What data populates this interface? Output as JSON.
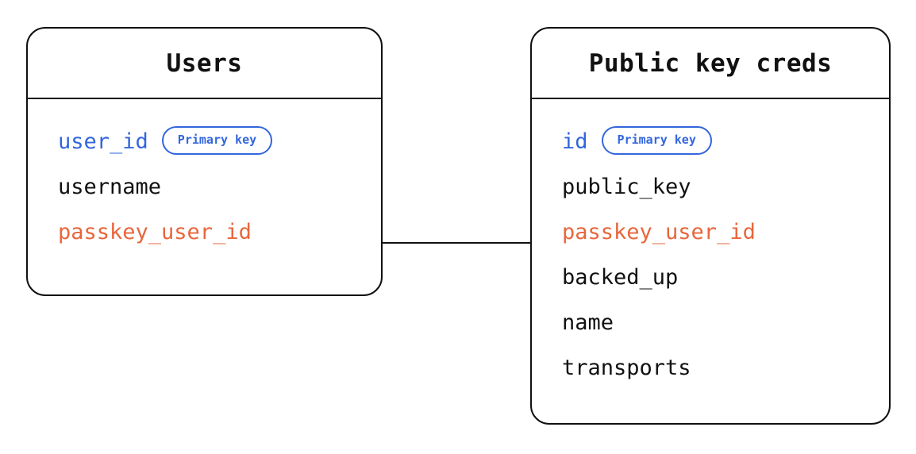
{
  "diagram": {
    "type": "entity-relationship-diagram",
    "background_color": "#ffffff",
    "colors": {
      "border": "#111111",
      "text": "#111111",
      "primary_key": "#3366DD",
      "foreign_key": "#E8663C"
    },
    "badge_label": "Primary key",
    "entities": [
      {
        "name": "users",
        "title": "Users",
        "fields": [
          {
            "label": "user_id",
            "role": "primary_key",
            "badge": "Primary key"
          },
          {
            "label": "username",
            "role": "plain",
            "badge": null
          },
          {
            "label": "passkey_user_id",
            "role": "foreign_key",
            "badge": null
          }
        ]
      },
      {
        "name": "public-key-creds",
        "title": "Public key creds",
        "fields": [
          {
            "label": "id",
            "role": "primary_key",
            "badge": "Primary key"
          },
          {
            "label": "public_key",
            "role": "plain",
            "badge": null
          },
          {
            "label": "passkey_user_id",
            "role": "foreign_key",
            "badge": null
          },
          {
            "label": "backed_up",
            "role": "plain",
            "badge": null
          },
          {
            "label": "name",
            "role": "plain",
            "badge": null
          },
          {
            "label": "transports",
            "role": "plain",
            "badge": null
          }
        ]
      }
    ],
    "relationships": [
      {
        "name": "users-to-public-key-creds",
        "from_entity": "Users",
        "from_field": "passkey_user_id",
        "to_entity": "Public key creds",
        "to_field": "passkey_user_id",
        "style": "straight-line"
      }
    ]
  }
}
